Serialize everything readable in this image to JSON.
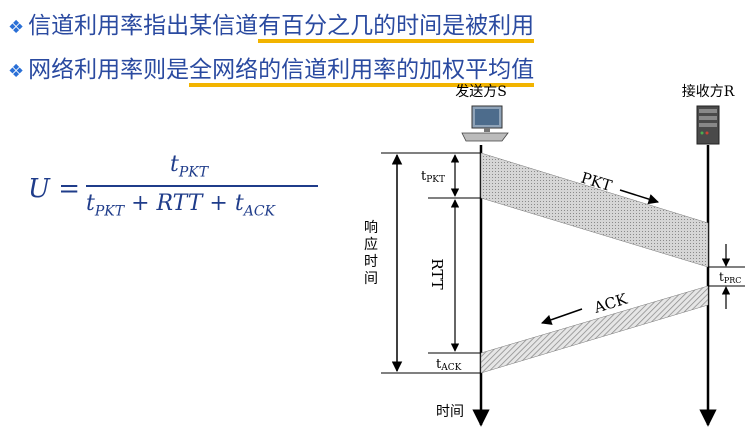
{
  "bullets": [
    {
      "pre": "信道利用率指出某信道",
      "hl": "有百分之几的时间是被利用",
      "post": ""
    },
    {
      "pre": "网络利用率则是",
      "hl": "全网络的信道利用率的加权平均值",
      "post": ""
    }
  ],
  "formula": {
    "lhs": "U",
    "eq": "=",
    "num_base": "t",
    "num_sub": "PKT",
    "den_t1": "t",
    "den_s1": "PKT",
    "den_mid": "+ RTT +",
    "den_t2": "t",
    "den_s2": "ACK"
  },
  "diagram": {
    "sender_label": "发送方S",
    "receiver_label": "接收方R",
    "pkt_label": "PKT",
    "ack_label": "ACK",
    "t_pkt_base": "t",
    "t_pkt_sub": "PKT",
    "rtt_label": "RTT",
    "t_ack_base": "t",
    "t_ack_sub": "ACK",
    "t_prc_base": "t",
    "t_prc_sub": "PRC",
    "response_label": "响应时间",
    "time_label": "时间"
  },
  "colors": {
    "bullet_text": "#2a4aa0",
    "highlight": "#f2b400",
    "formula": "#1f3c8a",
    "pkt_fill": "#c9c9c9",
    "ack_fill": "#bdbdbd"
  },
  "icons": {
    "sender": "computer-icon",
    "receiver": "server-icon"
  }
}
